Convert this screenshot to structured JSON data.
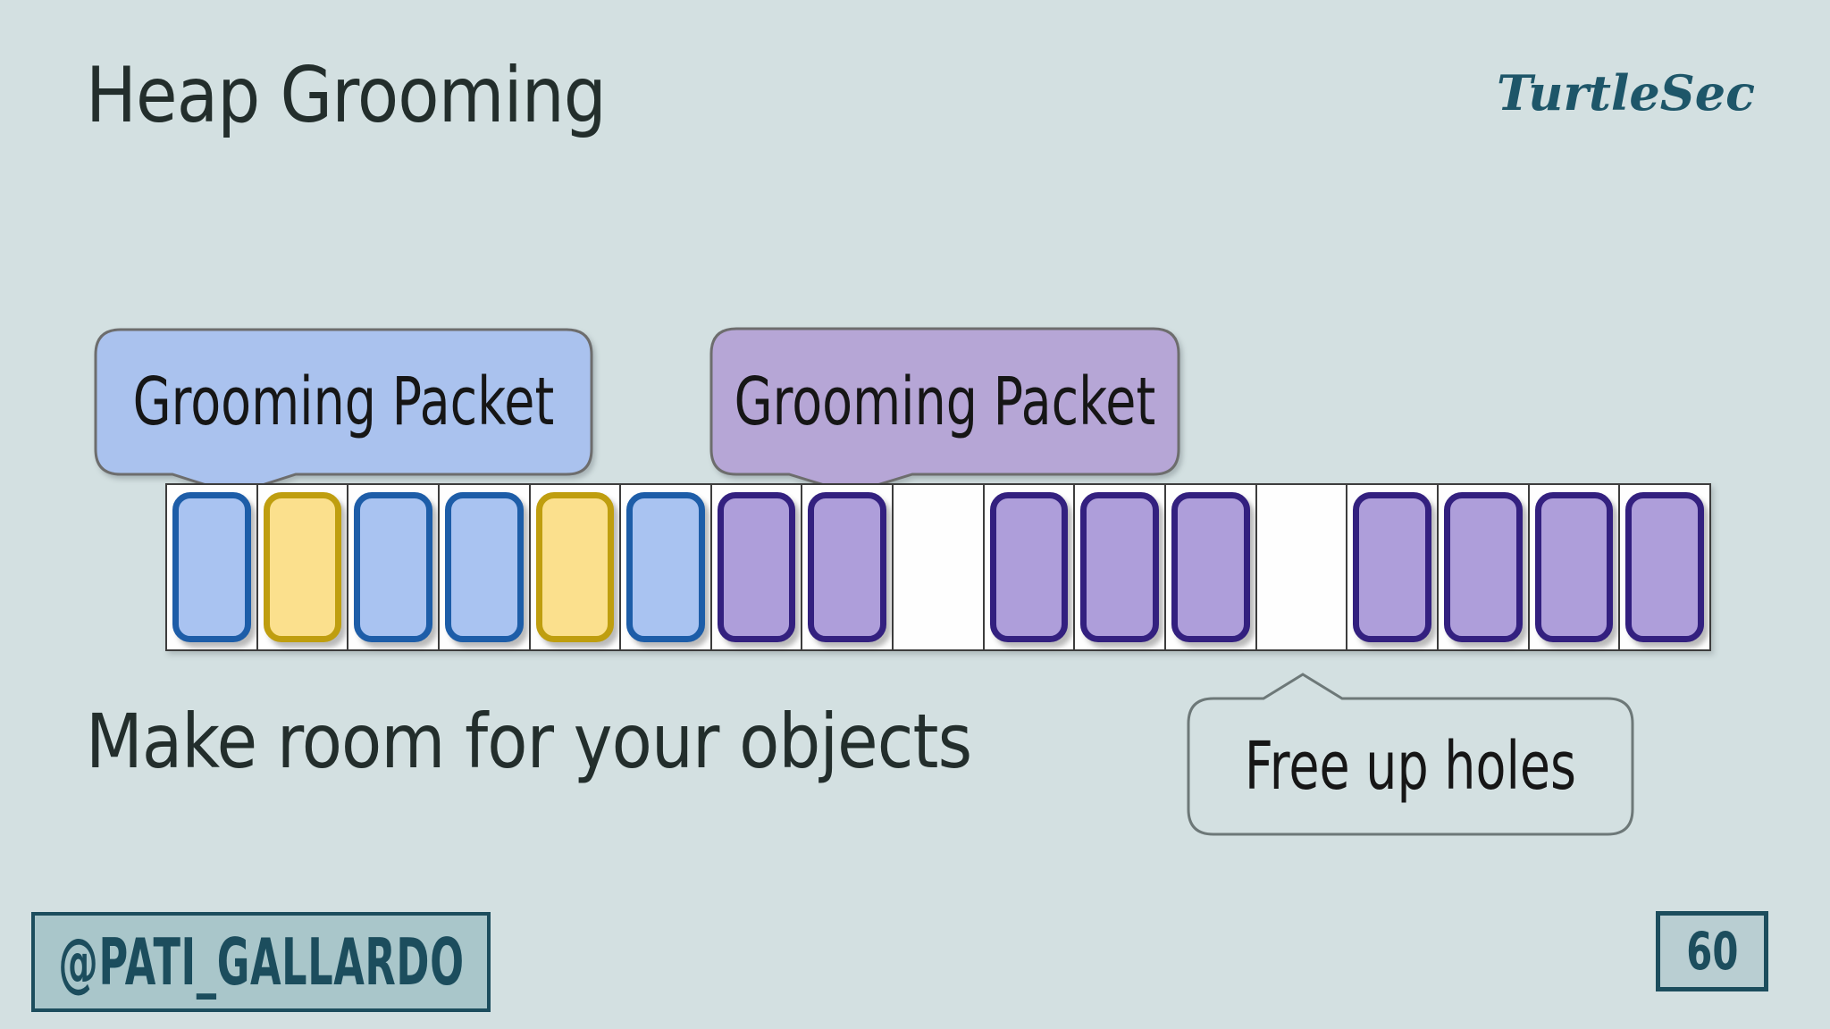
{
  "slide": {
    "title": "Heap Grooming",
    "subtitle": "Make room for your objects",
    "brand": "TurtleSec",
    "handle": "@PATI_GALLARDO",
    "page_number": "60"
  },
  "callouts": {
    "blue": {
      "label": "Grooming Packet"
    },
    "purple": {
      "label": "Grooming Packet"
    },
    "holes": {
      "label": "Free up holes"
    }
  },
  "heap": {
    "cells": [
      "blue",
      "yellow",
      "blue",
      "blue",
      "yellow",
      "blue",
      "purple",
      "purple",
      "empty",
      "purple",
      "purple",
      "purple",
      "empty",
      "purple",
      "purple",
      "purple",
      "purple"
    ]
  },
  "colors": {
    "bg": "#d3e0e1",
    "title_color": "#232e2c",
    "brand_color": "#1e5669",
    "accent_teal": "#1c4d5d",
    "badge_fill": "#a9c6ca",
    "page_badge_fill": "#b9ced2",
    "bubble_blue": "#aac2ee",
    "bubble_purple": "#b6a6d6",
    "bubble_border": "#6d6d6d",
    "holes_border": "#6d7878",
    "block_blue_fill": "#a9c3f1",
    "block_blue_border": "#1d5da8",
    "block_yellow_fill": "#fbe08d",
    "block_yellow_border": "#bf9e0f",
    "block_purple_fill": "#ae9eda",
    "block_purple_border": "#33207f"
  }
}
